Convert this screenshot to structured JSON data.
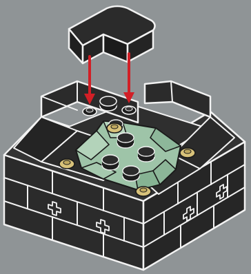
{
  "scene": {
    "kind": "building-instruction-step",
    "background_color": "#8f9496",
    "brick_color": "#2b2b2b",
    "brick_outline_color": "#f2f2f2",
    "floor_color": "#9ec4a8",
    "round_tile_color": "#d8c27a",
    "arrow_color": "#d21f26",
    "arrow_count": 2,
    "arrow_direction": "down",
    "icons": [
      "corner-brick-icon",
      "arrow-down-icon",
      "technic-cross-hole-icon",
      "round-stud-icon"
    ]
  }
}
